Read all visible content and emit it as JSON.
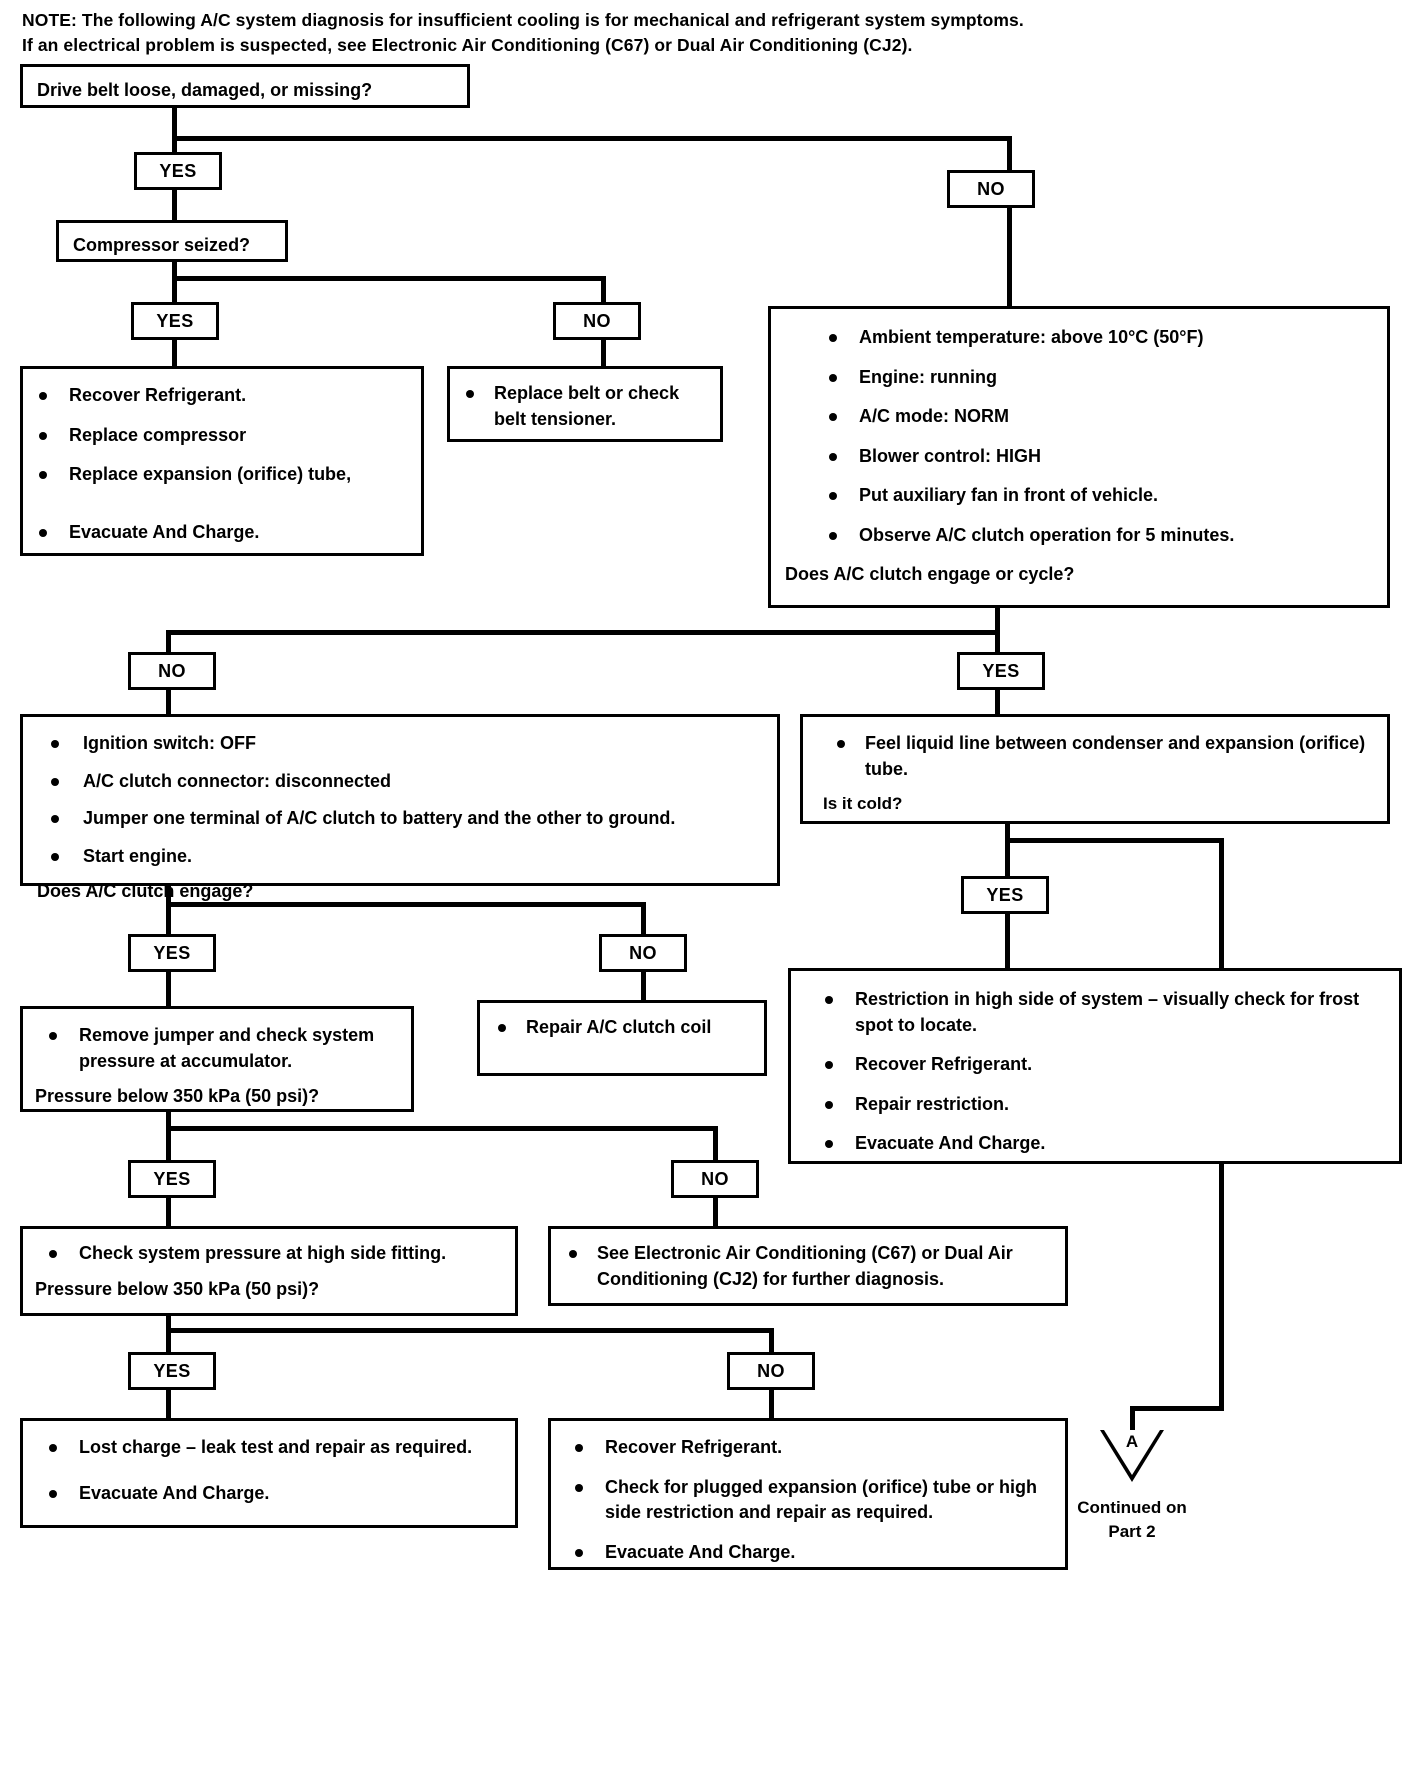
{
  "note": {
    "name": "diagnosis-note",
    "text": "NOTE: The following A/C system diagnosis for insufficient cooling is for mechanical and refrigerant system symptoms.\nIf an electrical problem is suspected, see Electronic Air Conditioning (C67) or Dual Air Conditioning (CJ2)."
  },
  "labels": {
    "yes": "YES",
    "no": "NO"
  },
  "nodes": {
    "drive_belt": {
      "question": "Drive belt loose, damaged, or missing?"
    },
    "compressor": {
      "question": "Compressor seized?"
    },
    "recover_replace": {
      "bullets": [
        "Recover Refrigerant.",
        "Replace compressor",
        "Replace expansion (orifice) tube,",
        "Evacuate And Charge."
      ]
    },
    "replace_belt": {
      "bullets": [
        "Replace belt or check belt tensioner."
      ]
    },
    "clutch_observe": {
      "bullets": [
        "Ambient temperature: above 10°C (50°F)",
        "Engine: running",
        "A/C mode: NORM",
        "Blower control: HIGH",
        "Put auxiliary fan in front of vehicle.",
        "Observe A/C clutch operation for 5 minutes."
      ],
      "question": "Does A/C clutch engage or cycle?"
    },
    "jumper_clutch": {
      "bullets": [
        "Ignition switch: OFF",
        "A/C clutch connector: disconnected",
        "Jumper one terminal of A/C clutch to battery and the other to ground.",
        "Start engine."
      ],
      "question": "Does A/C clutch engage?"
    },
    "feel_liquid_line": {
      "bullets": [
        "Feel liquid line between condenser and expansion (orifice) tube."
      ],
      "question": "Is it cold?"
    },
    "remove_jumper": {
      "bullets": [
        "Remove jumper and check system pressure at accumulator."
      ],
      "question": "Pressure below 350 kPa (50 psi)?"
    },
    "repair_clutch_coil": {
      "bullets": [
        "Repair A/C clutch coil"
      ]
    },
    "restriction_high_side": {
      "bullets": [
        "Restriction in high side of system – visually check for frost spot to locate.",
        "Recover Refrigerant.",
        "Repair restriction.",
        "Evacuate And Charge."
      ]
    },
    "check_high_side": {
      "bullets": [
        "Check system pressure at high side fitting."
      ],
      "question": "Pressure below 350 kPa (50 psi)?"
    },
    "see_electronic": {
      "bullets": [
        "See Electronic Air Conditioning (C67) or Dual Air Conditioning (CJ2) for further diagnosis."
      ]
    },
    "lost_charge": {
      "bullets": [
        "Lost charge – leak test and repair as required.",
        "Evacuate And Charge."
      ]
    },
    "recover_check_plugged": {
      "bullets": [
        "Recover Refrigerant.",
        "Check for plugged expansion (orifice) tube or high side restriction and repair as required.",
        "Evacuate And Charge."
      ]
    }
  },
  "connector": {
    "symbol": "A",
    "caption": "Continued on\nPart 2"
  }
}
